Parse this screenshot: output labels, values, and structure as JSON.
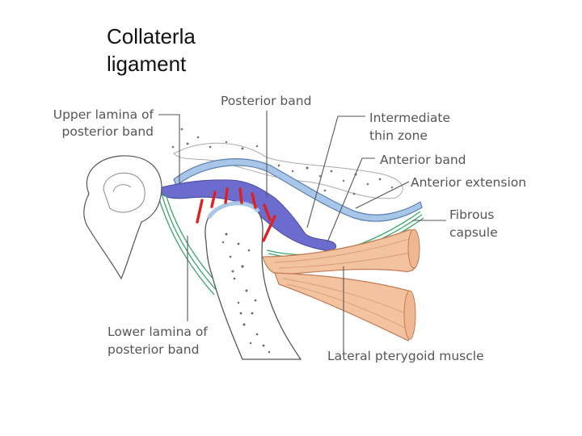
{
  "slide": {
    "title_line1": "Collaterla",
    "title_line2": "ligament"
  },
  "labels": {
    "upper_lamina_1": "Upper lamina of",
    "upper_lamina_2": "posterior band",
    "posterior_band": "Posterior band",
    "intermediate_1": "Intermediate",
    "intermediate_2": "thin zone",
    "anterior_band": "Anterior band",
    "anterior_extension": "Anterior extension",
    "fibrous_1": "Fibrous",
    "fibrous_2": "capsule",
    "lower_lamina_1": "Lower lamina of",
    "lower_lamina_2": "posterior band",
    "lateral_pterygoid": "Lateral pterygoid muscle"
  },
  "colors": {
    "disc": "#6c6ccf",
    "cartilage": "#a8c6e8",
    "capsule": "#3aa66a",
    "muscle": "#f3c3a0",
    "muscle_stroke": "#c07a55",
    "collateral_ligament": "#e02020",
    "leader_line": "#555555"
  }
}
